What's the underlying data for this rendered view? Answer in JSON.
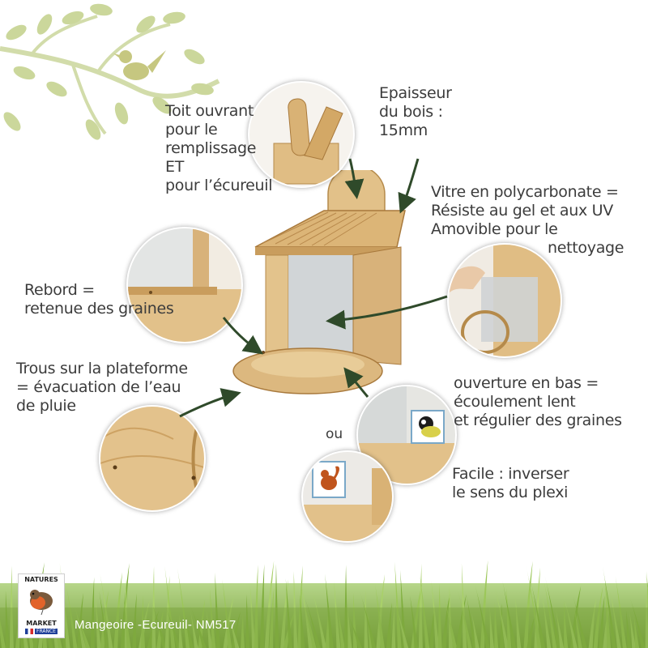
{
  "labels": {
    "roof": [
      "Toit ouvrant",
      "pour le",
      "remplissage",
      "ET",
      "pour l’écureuil"
    ],
    "thickness": [
      "Epaisseur",
      "du bois :",
      "15mm"
    ],
    "glass": [
      "Vitre en polycarbonate =",
      "Résiste au gel et aux UV",
      "Amovible pour le",
      "nettoyage"
    ],
    "rim": [
      "Rebord =",
      "retenue des graines"
    ],
    "holes": [
      "Trous sur la plateforme",
      "= évacuation de l’eau",
      "de pluie"
    ],
    "opening": [
      "ouverture en bas =",
      "écoulement lent",
      "et régulier des graines"
    ],
    "flip": [
      "Facile : inverser",
      "le sens du plexi"
    ],
    "or": "ou"
  },
  "footer": {
    "title": "Mangeoire -Ecureuil- NM517"
  },
  "logo": {
    "line1": "NATURES",
    "line2": "MARKET",
    "line3": "FRANCE"
  },
  "colors": {
    "text": "#3c3c3c",
    "arrow": "#2f4a2a",
    "wood": "#d9b57a",
    "wood_dark": "#b58a4a",
    "leaf": "#c8d49a",
    "grass": "#8fb84a",
    "footer_text": "#ffffff"
  }
}
